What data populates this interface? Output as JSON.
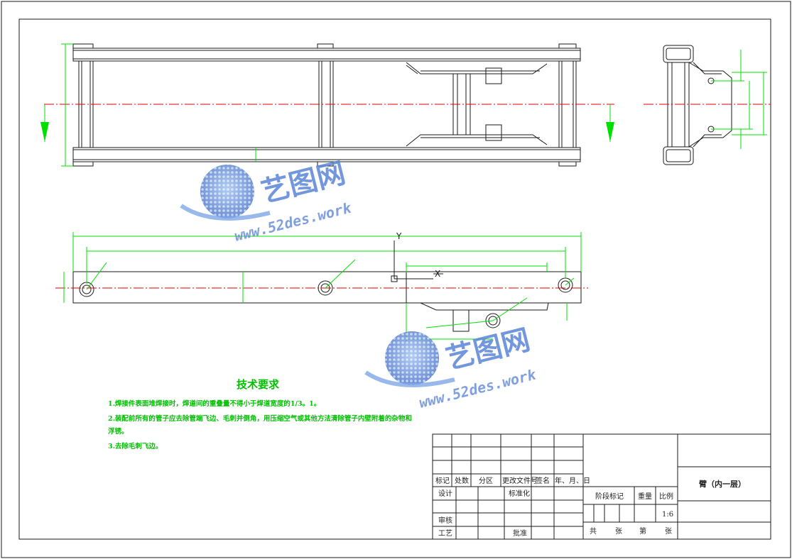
{
  "tech_requirements": {
    "title": "技术要求",
    "items": [
      "1.焊接件表面堆焊接时，焊道间的重叠量不得小于焊道宽度的1/3。1。",
      "2.装配前所有的管子应去除管端飞边、毛刺并倒角，用压缩空气或其他方法清除管子内壁附着的杂物和",
      "浮锈。",
      "3.去除毛刺飞边。"
    ]
  },
  "axis_labels": {
    "y": "Y",
    "x": "X"
  },
  "title_block": {
    "headers": [
      "标记",
      "处数",
      "分区",
      "更改文件号",
      "签名",
      "年、月、日"
    ],
    "design": "设计",
    "standardize": "标准化",
    "stage_mark": "阶段标记",
    "weight": "重量",
    "scale_label": "比例",
    "scale_value": "1:6",
    "review": "审核",
    "process": "工艺",
    "approve": "批准",
    "total": "共",
    "sheets": "张",
    "page": "第",
    "sheet_suffix": "张",
    "part_name": "臂（内一层）"
  },
  "watermarks": [
    {
      "brand": "艺图网",
      "url": "www.52des.work"
    },
    {
      "brand": "艺图网",
      "url": "www.52des.work"
    }
  ],
  "colors": {
    "line": "#1a1a1a",
    "dim": "#00e000",
    "center": "#e00000",
    "note": "#00b000",
    "watermark": "#5b86d6"
  }
}
